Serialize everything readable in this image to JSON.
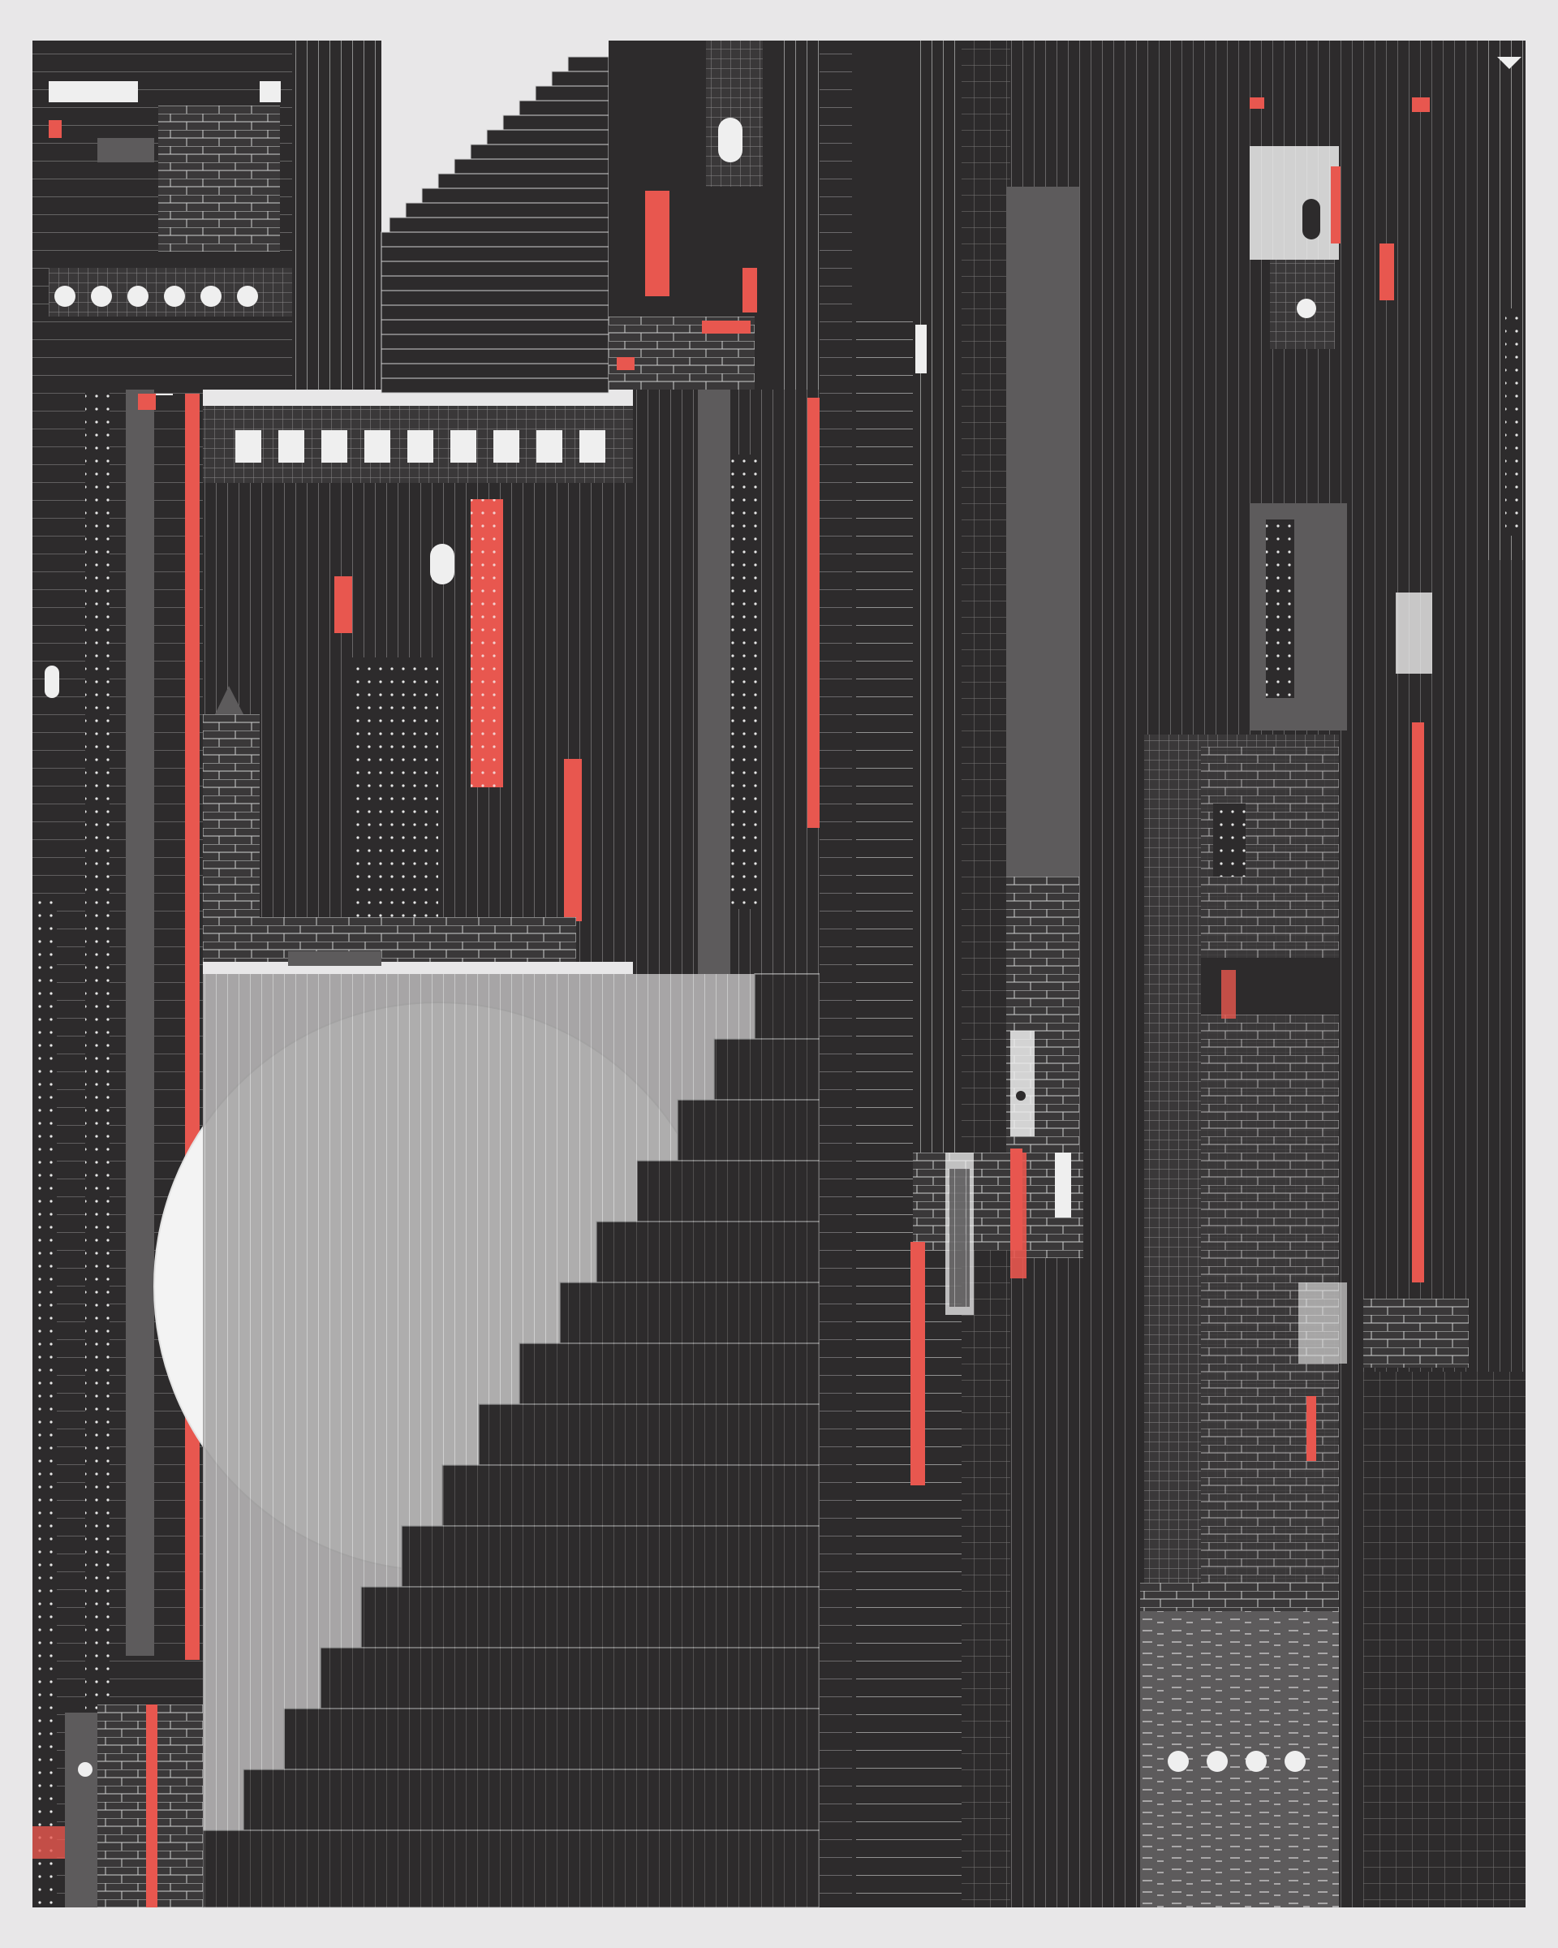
{
  "artwork": {
    "palette": {
      "paper": "#e8e7e8",
      "ink": "#262425",
      "dark": "#2d2b2c",
      "grey": "#5d5b5c",
      "light_grey": "#8a8889",
      "white": "#efefef",
      "accent_red": "#e8574f"
    },
    "motifs": {
      "moon": "white-moon-disc",
      "staircase": "black-stepped-staircase",
      "pyramid": "stepped-pyramid",
      "windows": "square-window-row",
      "dots": "white-dot-row",
      "arches": "arched-doorway",
      "triangles": "triangle-ornament"
    }
  }
}
